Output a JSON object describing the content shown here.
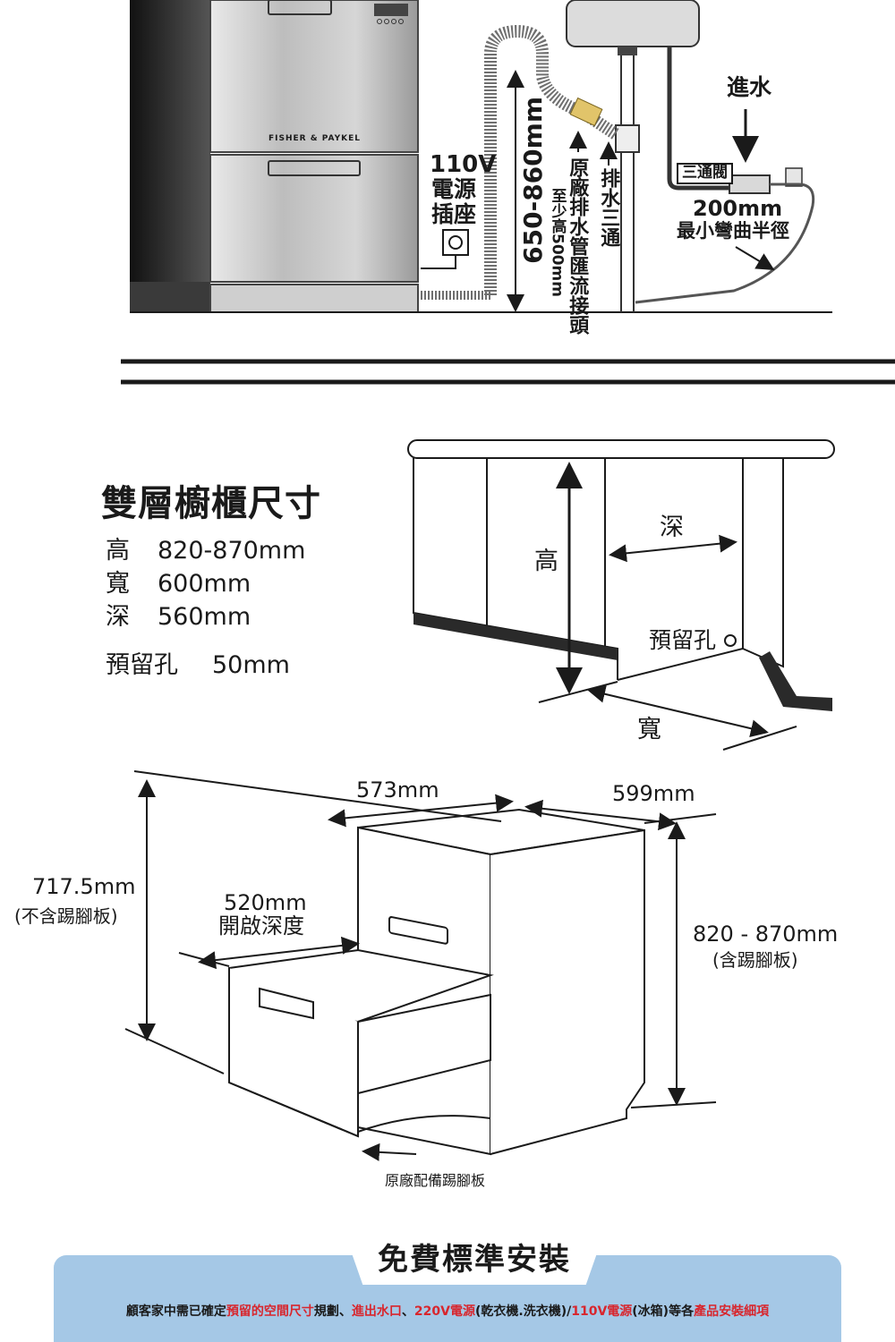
{
  "installation": {
    "brand": "FISHER & PAYKEL",
    "power_voltage": "110V",
    "power_socket": "電源插座",
    "drain_height": "650-860mm",
    "drain_hose_note": "原廠排水管匯流接頭",
    "drain_hose_min": "至少高500mm",
    "drain_tee": "排水三通",
    "water_inlet": "進水",
    "three_way_valve": "三通閥",
    "bend_radius_value": "200mm",
    "bend_radius_label": "最小彎曲半徑"
  },
  "cabinet": {
    "title": "雙層櫥櫃尺寸",
    "specs": [
      {
        "label": "高",
        "value": "820-870mm"
      },
      {
        "label": "寬",
        "value": "600mm"
      },
      {
        "label": "深",
        "value": "560mm"
      }
    ],
    "reserved_hole": {
      "label": "預留孔",
      "value": "50mm"
    },
    "diagram_labels": {
      "height": "高",
      "depth": "深",
      "width": "寬",
      "hole": "預留孔"
    }
  },
  "appliance": {
    "depth": "573mm",
    "width": "599mm",
    "height_without_kickplate": "717.5mm",
    "height_without_kickplate_note": "(不含踢腳板)",
    "drawer_open_depth": "520mm",
    "drawer_open_depth_label": "開啟深度",
    "height_with_kickplate": "820 - 870mm",
    "height_with_kickplate_note": "(含踢腳板)",
    "kickplate_note": "原廠配備踢腳板"
  },
  "footer": {
    "headline": "免費標準安裝",
    "notice_parts": [
      {
        "text": "顧客家中需已確定",
        "highlight": false
      },
      {
        "text": "預留的空間尺寸",
        "highlight": true
      },
      {
        "text": "規劃、",
        "highlight": false
      },
      {
        "text": "進出水口",
        "highlight": true
      },
      {
        "text": "、",
        "highlight": false
      },
      {
        "text": "220V電源",
        "highlight": true
      },
      {
        "text": "(乾衣機.洗衣機)/",
        "highlight": false
      },
      {
        "text": "110V電源",
        "highlight": true
      },
      {
        "text": "(冰箱)等各",
        "highlight": false
      },
      {
        "text": "產品安裝細項",
        "highlight": true
      }
    ]
  },
  "colors": {
    "banner": "#a5c8e6",
    "highlight": "#d8262d"
  }
}
